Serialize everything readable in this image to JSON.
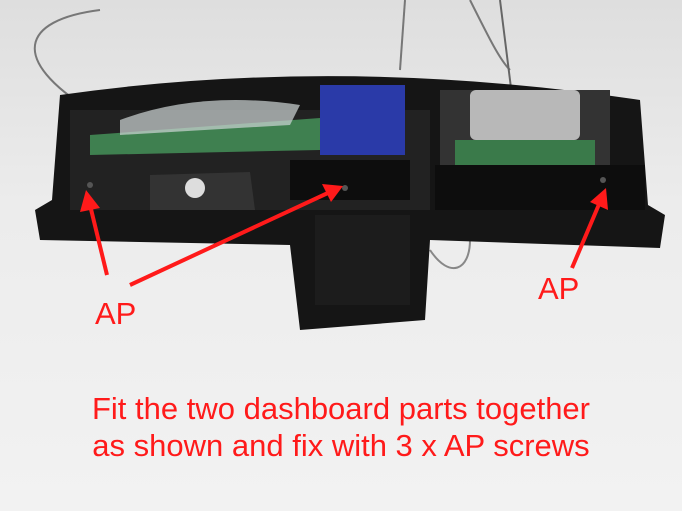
{
  "labels": {
    "left": "AP",
    "right": "AP"
  },
  "caption": {
    "line1": "Fit the two dashboard parts together",
    "line2": "as shown and fix with 3 x AP screws"
  },
  "colors": {
    "annotation": "#ff1a1a",
    "part": "#151515",
    "board": "#3a7a4a",
    "blue": "#2a3aa8"
  }
}
